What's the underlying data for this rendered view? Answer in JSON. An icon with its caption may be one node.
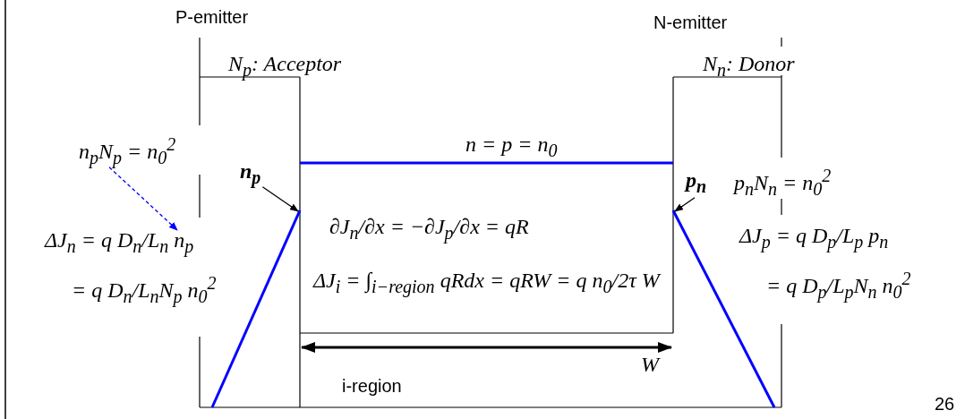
{
  "diagram": {
    "nodes": [
      {
        "text": [
          "n$_{p}$N$_{p}$ = n$_{0}$$^{2}$"
        ]
      },
      {
        "text": [
          "ΔJ$_{n}$ = q D$_{n}$/L$_{n}$ n$_{p}$",
          "= q D$_{n}$/L$_{n}$N$_{p}$ n$_{0}$$^{2}$"
        ]
      },
      {
        "text": [
          "n$_{p}$"
        ]
      },
      {
        "text": [
          "p$_{n}$"
        ]
      }
    ],
    "edges": [
      {
        "from": 0,
        "to": 1,
        "arrow": "to",
        "style": "dashed",
        "color": "#0000ff"
      },
      {
        "from": 2,
        "to": null,
        "arrow": "to"
      },
      {
        "from": 3,
        "to": null,
        "arrow": "to"
      }
    ],
    "labels": [
      "P-emitter",
      "N-emitter",
      "N$_{p}$: Acceptor",
      "N$_{n}$: Donor",
      "n = p = n$_{0}$",
      "p$_{n}$N$_{n}$ = n$_{0}$$^{2}$",
      "∂J$_{n}$/∂x = −∂J$_{p}$/∂x = qR",
      "ΔJ$_{p}$ = q D$_{p}$/L$_{p}$ p$_{n}$",
      "= q D$_{p}$/L$_{p}$N$_{n}$ n$_{0}$$^{2}$",
      "ΔJ$_{i}$ = ∫$_{i−region}$ qRdx = qRW = q n$_{0}$/2τ W",
      "W",
      "i-region",
      "26"
    ]
  }
}
